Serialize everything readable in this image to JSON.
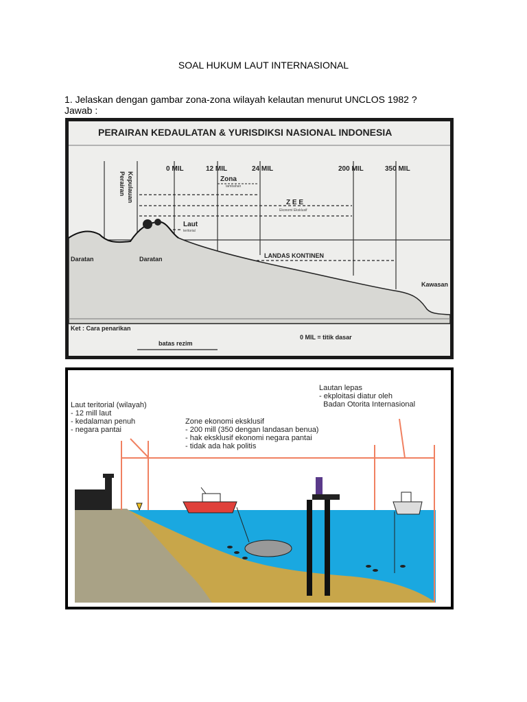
{
  "page": {
    "title": "SOAL HUKUM LAUT INTERNASIONAL",
    "question": "1. Jelaskan dengan gambar zona-zona wilayah kelautan menurut UNCLOS 1982 ?",
    "answer_label": "Jawab :"
  },
  "figure1": {
    "title": "PERAIRAN KEDAULATAN & YURISDIKSI NASIONAL INDONESIA",
    "vertical_label_1": "Perairan",
    "vertical_label_2": "Kepulauan",
    "mile_labels": [
      "0 MIL",
      "12 MIL",
      "24 MIL",
      "200 MIL",
      "350 MIL"
    ],
    "zona_label": "Zona",
    "zona_sub": "tambahan",
    "zee_label": "Z E E",
    "zee_sub": "Ekonomi Eksklusif",
    "laut_label": "Laut",
    "laut_sub": "teritorial",
    "daratan_left": "Daratan",
    "daratan_mid": "Daratan",
    "landas_label": "LANDAS KONTINEN",
    "kawasan_label": "Kawasan",
    "ket_label": "Ket : Cara penarikan",
    "batas_label": "batas rezim",
    "zero_mil_label": "0 MIL = titik dasar"
  },
  "figure2": {
    "laut_teritorial": {
      "title_bold": "Laut teritorial",
      "title_rest": " (wilayah)",
      "lines": [
        "- 12 mill laut",
        "- kedalaman penuh",
        "- negara pantai"
      ]
    },
    "zee": {
      "title": "Zone ekonomi eksklusif",
      "lines": [
        "- 200 mill (350 dengan landasan benua)",
        "- hak eksklusif ekonomi negara pantai",
        "- tidak ada hak politis"
      ]
    },
    "lautan_lepas": {
      "title": "Lautan lepas",
      "lines": [
        "- ekploitasi diatur oleh",
        "  Badan Otorita Internasional"
      ]
    }
  },
  "colors": {
    "sea": "#1aa8e0",
    "land": "#a9a286",
    "seabed": "#c8a64a",
    "zone_line": "#f08060",
    "frame": "#000000"
  }
}
